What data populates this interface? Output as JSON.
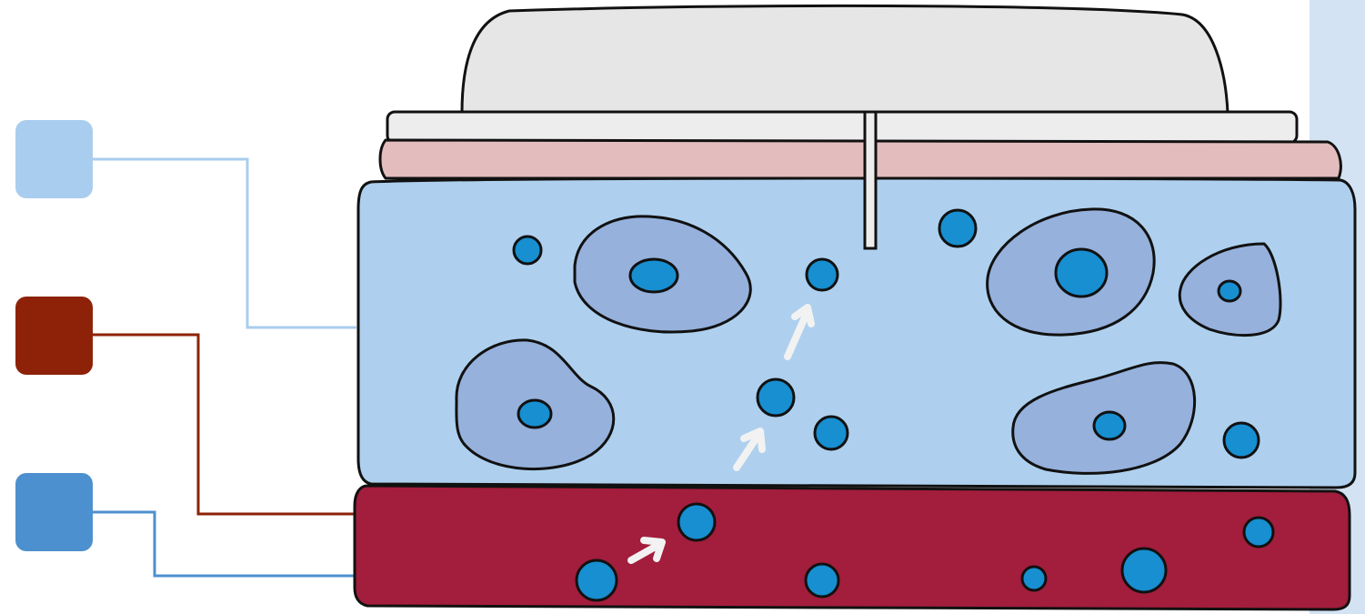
{
  "colors": {
    "background": "#ffffff",
    "background_tint": "#d4e3f4",
    "interstitial_layer": "#aed0ee",
    "vessel_layer": "#a31d3c",
    "skin_layer": "#e3bcbd",
    "cap": "#e6e6e6",
    "plate": "#ededed",
    "cell_body": "#95b1dc",
    "particle": "#178fd1",
    "arrow": "#f2f2f2",
    "outline": "#111111",
    "legend_light_blue": "#a9cdee",
    "legend_dark_red": "#8e2208",
    "legend_mid_blue": "#4d90cf"
  },
  "legend": [
    {
      "id": "interstitial",
      "color": "#a9cdee"
    },
    {
      "id": "vessel",
      "color": "#8e2208"
    },
    {
      "id": "particle",
      "color": "#4d90cf"
    }
  ],
  "icons": {
    "cell": "cell-icon",
    "particle": "particle-icon",
    "arrow": "arrow-icon",
    "probe": "probe-icon"
  }
}
